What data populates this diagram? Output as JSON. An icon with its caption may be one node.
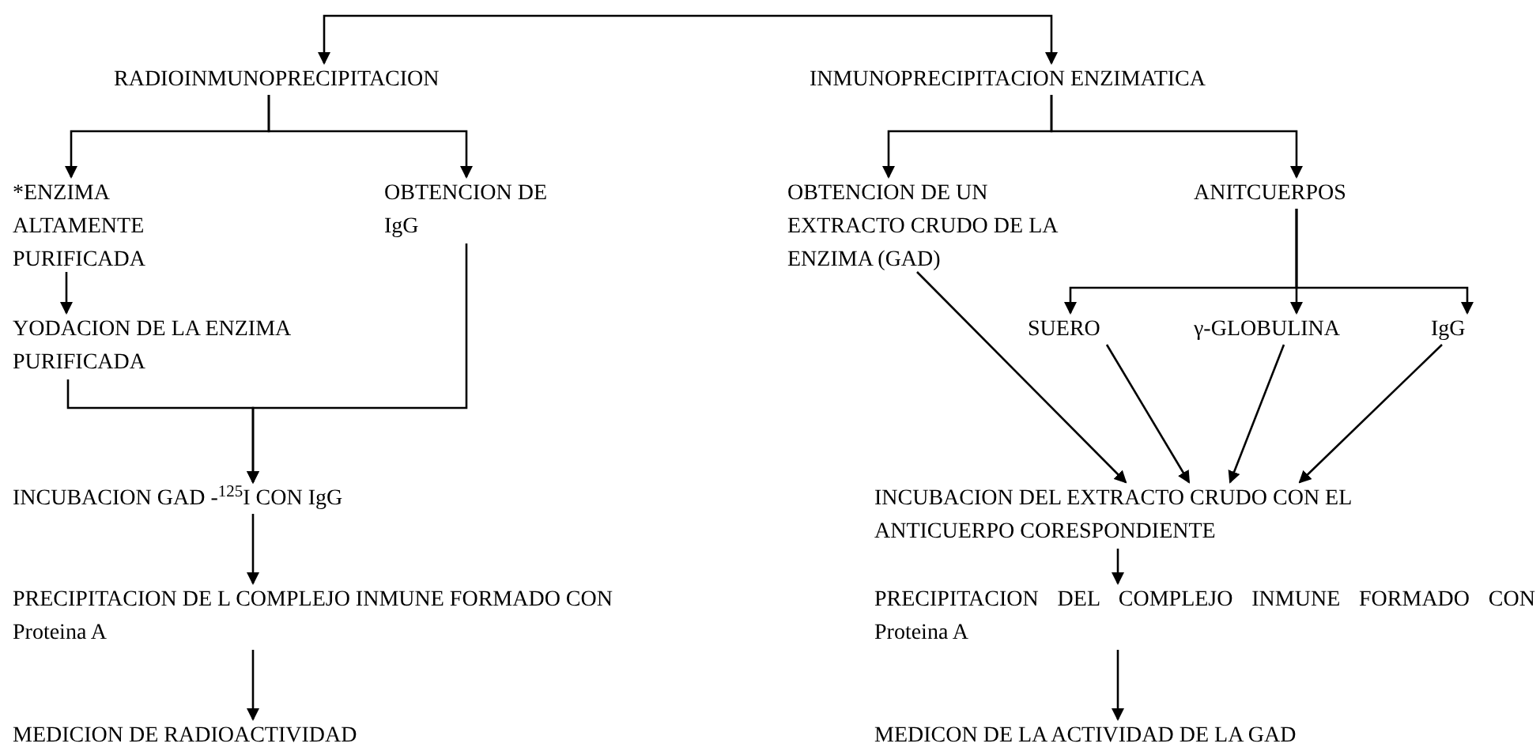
{
  "diagram": {
    "nodes": [
      {
        "text": [
          "RADIOINMUNOPRECIPITACION"
        ]
      },
      {
        "text": [
          "INMUNOPRECIPITACION ENZIMATICA"
        ]
      },
      {
        "text": [
          "*ENZIMA ALTAMENTE PURIFICADA"
        ]
      },
      {
        "text": [
          "OBTENCION DE IgG"
        ]
      },
      {
        "text": [
          "YODACION DE LA ENZIMA PURIFICADA"
        ]
      },
      {
        "text": [
          "INCUBACION GAD -$^{125}$I CON IgG"
        ]
      },
      {
        "text": [
          "PRECIPITACION DE L COMPLEJO INMUNE FORMADO CON Proteina A"
        ]
      },
      {
        "text": [
          "MEDICION DE RADIOACTIVIDAD"
        ]
      },
      {
        "text": [
          "OBTENCION DE UN EXTRACTO CRUDO DE LA ENZIMA (GAD)"
        ]
      },
      {
        "text": [
          "ANITCUERPOS"
        ]
      },
      {
        "text": [
          "SUERO"
        ]
      },
      {
        "text": [
          "γ-GLOBULINA"
        ]
      },
      {
        "text": [
          "IgG"
        ]
      },
      {
        "text": [
          "INCUBACION DEL EXTRACTO CRUDO CON EL ANTICUERPO CORESPONDIENTE"
        ]
      },
      {
        "text": [
          "PRECIPITACION DEL COMPLEJO INMUNE FORMADO CON Proteina A"
        ]
      },
      {
        "text": [
          "MEDICON DE LA ACTIVIDAD DE LA GAD"
        ]
      }
    ],
    "edges": [
      {
        "from": null,
        "to": 0,
        "arrow": "to"
      },
      {
        "from": null,
        "to": 1,
        "arrow": "to"
      },
      {
        "from": 0,
        "to": 2,
        "arrow": "to"
      },
      {
        "from": 0,
        "to": 3,
        "arrow": "to"
      },
      {
        "from": 2,
        "to": 4,
        "arrow": "to"
      },
      {
        "from": 4,
        "to": 5,
        "arrow": "to"
      },
      {
        "from": 3,
        "to": 5,
        "arrow": "to"
      },
      {
        "from": 5,
        "to": 6,
        "arrow": "to"
      },
      {
        "from": 6,
        "to": 7,
        "arrow": "to"
      },
      {
        "from": 1,
        "to": 8,
        "arrow": "to"
      },
      {
        "from": 1,
        "to": 9,
        "arrow": "to"
      },
      {
        "from": 9,
        "to": 10,
        "arrow": "to"
      },
      {
        "from": 9,
        "to": 11,
        "arrow": "to"
      },
      {
        "from": 9,
        "to": 12,
        "arrow": "to"
      },
      {
        "from": 8,
        "to": 13,
        "arrow": "to"
      },
      {
        "from": 10,
        "to": 13,
        "arrow": "to"
      },
      {
        "from": 11,
        "to": 13,
        "arrow": "to"
      },
      {
        "from": 12,
        "to": 13,
        "arrow": "to"
      },
      {
        "from": 13,
        "to": 14,
        "arrow": "to"
      },
      {
        "from": 14,
        "to": 15,
        "arrow": "to"
      }
    ]
  }
}
